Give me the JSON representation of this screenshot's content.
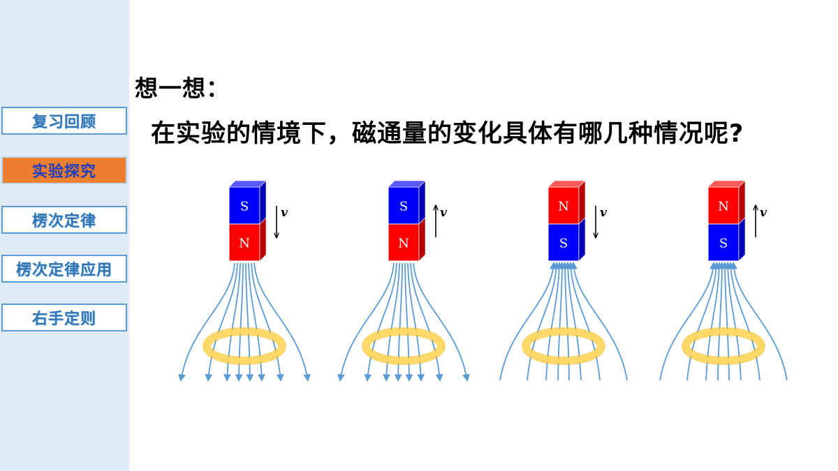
{
  "sidebar": {
    "items": [
      {
        "label": "复习回顾",
        "active": false
      },
      {
        "label": "实验探究",
        "active": true
      },
      {
        "label": "楞次定律",
        "active": false
      },
      {
        "label": "楞次定律应用",
        "active": false
      },
      {
        "label": "右手定则",
        "active": false
      }
    ]
  },
  "main": {
    "heading": "想一想：",
    "question": "在实验的情境下，磁通量的变化具体有哪几种情况呢?"
  },
  "diagrams": [
    {
      "top_pole": "S",
      "bottom_pole": "N",
      "velocity": "down",
      "velocity_label": "v"
    },
    {
      "top_pole": "S",
      "bottom_pole": "N",
      "velocity": "up",
      "velocity_label": "v"
    },
    {
      "top_pole": "N",
      "bottom_pole": "S",
      "velocity": "down",
      "velocity_label": "v"
    },
    {
      "top_pole": "N",
      "bottom_pole": "S",
      "velocity": "up",
      "velocity_label": "v"
    }
  ],
  "colors": {
    "north": "#ff0000",
    "south": "#0000ff",
    "field_line": "#5b9bd5",
    "coil": "#ffd966",
    "active_tab": "#ed7d31"
  }
}
